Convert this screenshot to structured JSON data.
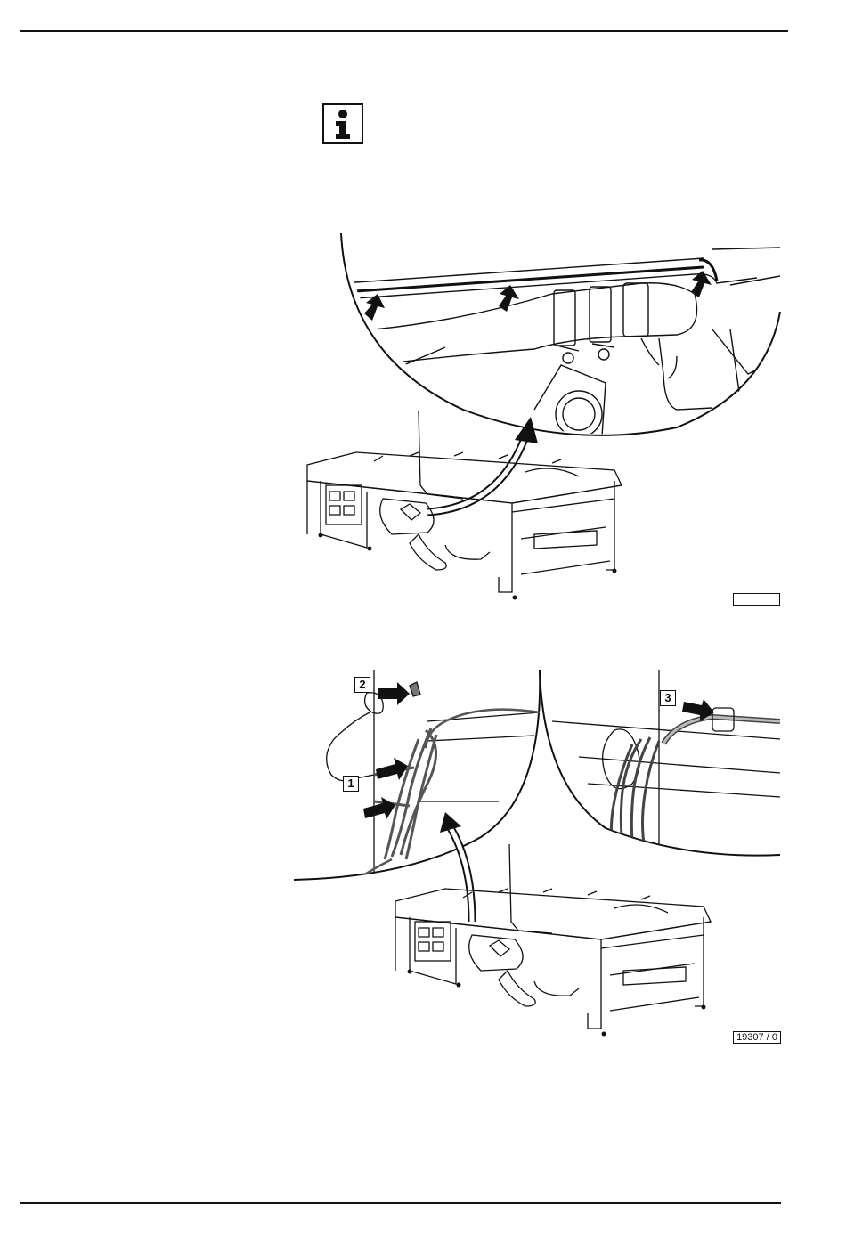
{
  "header": {},
  "note": {
    "icon": "info-icon"
  },
  "figure_1": {
    "ref_label": ""
  },
  "figure_2": {
    "ref_label": "19307 / 0",
    "callouts": [
      "1",
      "2",
      "3"
    ]
  },
  "colors": {
    "line": "#111111",
    "background": "#ffffff",
    "cable": "#6b6b6b"
  }
}
